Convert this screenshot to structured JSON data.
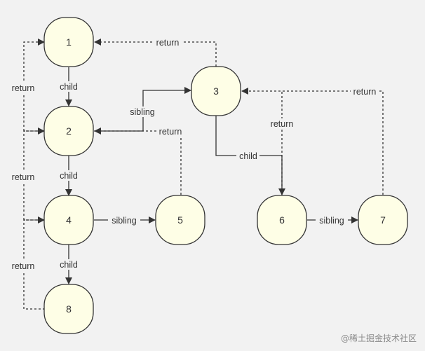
{
  "nodes": [
    {
      "id": "1",
      "label": "1"
    },
    {
      "id": "2",
      "label": "2"
    },
    {
      "id": "3",
      "label": "3"
    },
    {
      "id": "4",
      "label": "4"
    },
    {
      "id": "5",
      "label": "5"
    },
    {
      "id": "6",
      "label": "6"
    },
    {
      "id": "7",
      "label": "7"
    },
    {
      "id": "8",
      "label": "8"
    }
  ],
  "edges": [
    {
      "from": "1",
      "to": "2",
      "label": "child",
      "style": "solid"
    },
    {
      "from": "2",
      "to": "4",
      "label": "child",
      "style": "solid"
    },
    {
      "from": "4",
      "to": "8",
      "label": "child",
      "style": "solid"
    },
    {
      "from": "2",
      "to": "3",
      "label": "sibling",
      "style": "solid"
    },
    {
      "from": "4",
      "to": "5",
      "label": "sibling",
      "style": "solid"
    },
    {
      "from": "6",
      "to": "7",
      "label": "sibling",
      "style": "solid"
    },
    {
      "from": "3",
      "to": "6",
      "label": "child",
      "style": "solid"
    },
    {
      "from": "3",
      "to": "1",
      "label": "return",
      "style": "dashed"
    },
    {
      "from": "5",
      "to": "2",
      "label": "return",
      "style": "dashed"
    },
    {
      "from": "7",
      "to": "3",
      "label": "return",
      "style": "dashed"
    },
    {
      "from": "6",
      "to": "3",
      "label": "return",
      "style": "dashed"
    },
    {
      "from": "2",
      "to": "1",
      "label": "return",
      "style": "dashed"
    },
    {
      "from": "4",
      "to": "2",
      "label": "return",
      "style": "dashed"
    },
    {
      "from": "8",
      "to": "4",
      "label": "return",
      "style": "dashed"
    }
  ],
  "watermark": "@稀土掘金技术社区"
}
